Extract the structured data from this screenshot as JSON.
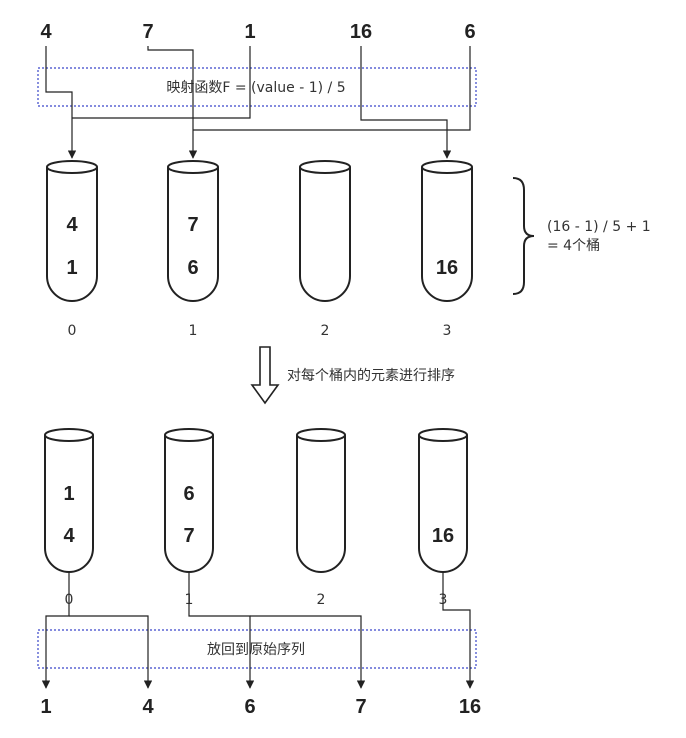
{
  "input_values": [
    "4",
    "7",
    "1",
    "16",
    "6"
  ],
  "mapping_label": "映射函数F = (value - 1) / 5",
  "bucket_count_note": {
    "line1": "(16 - 1) / 5  + 1",
    "line2": "= 4个桶"
  },
  "buckets_before": [
    {
      "index": "0",
      "items": [
        "4",
        "1"
      ]
    },
    {
      "index": "1",
      "items": [
        "7",
        "6"
      ]
    },
    {
      "index": "2",
      "items": []
    },
    {
      "index": "3",
      "items": [
        "16"
      ]
    }
  ],
  "sort_step_label": "对每个桶内的元素进行排序",
  "buckets_after": [
    {
      "index": "0",
      "items": [
        "1",
        "4"
      ]
    },
    {
      "index": "1",
      "items": [
        "6",
        "7"
      ]
    },
    {
      "index": "2",
      "items": []
    },
    {
      "index": "3",
      "items": [
        "16"
      ]
    }
  ],
  "merge_label": "放回到原始序列",
  "output_values": [
    "1",
    "4",
    "6",
    "7",
    "16"
  ],
  "colors": {
    "stroke": "#222222",
    "dashed_box": "#3a46c9",
    "text": "#222222"
  }
}
